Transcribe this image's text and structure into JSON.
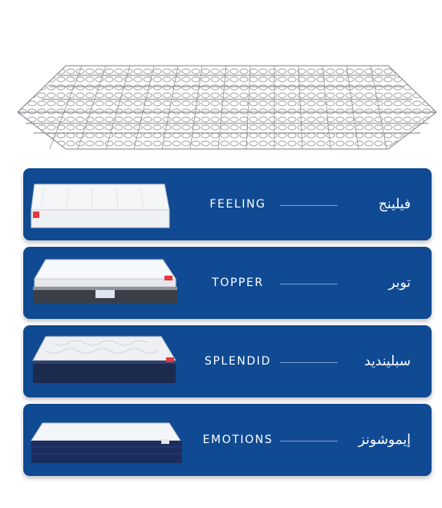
{
  "brand_color": "#0f4a93",
  "hero": {
    "image_icon": "spring-coil-icon"
  },
  "products": [
    {
      "en": "FEELING",
      "ar": "فيلينج",
      "thumb_icon": "mattress-feeling-icon"
    },
    {
      "en": "TOPPER",
      "ar": "توبر",
      "thumb_icon": "mattress-topper-icon"
    },
    {
      "en": "SPLENDID",
      "ar": "سبليندید",
      "thumb_icon": "mattress-splendid-icon"
    },
    {
      "en": "EMOTIONS",
      "ar": "إيموشونز",
      "thumb_icon": "mattress-emotions-icon"
    }
  ]
}
